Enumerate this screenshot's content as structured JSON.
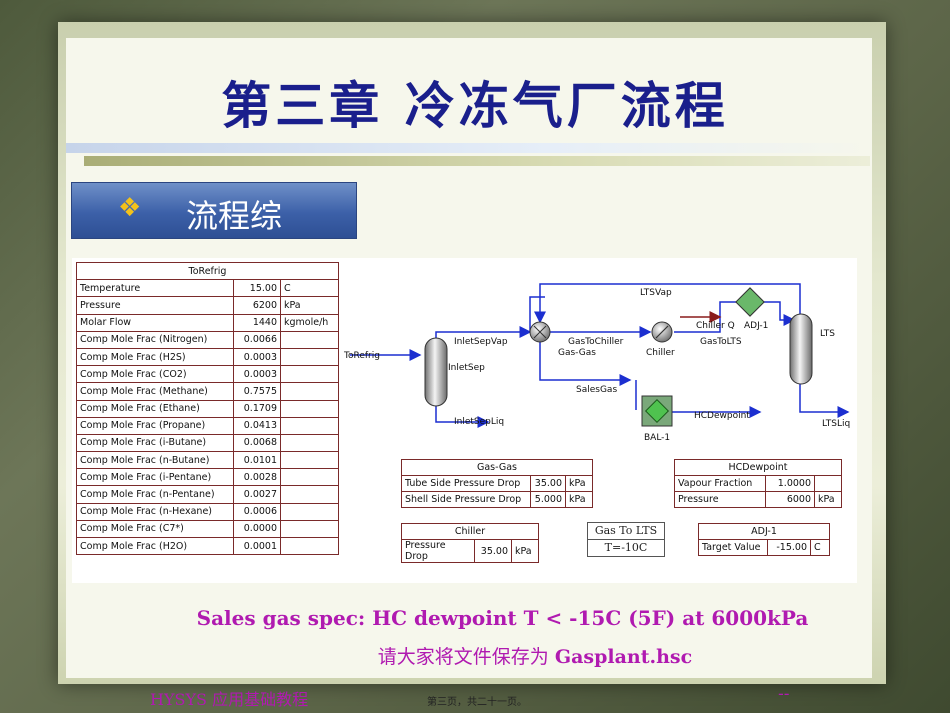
{
  "title": "第三章  冷冻气厂流程",
  "section": {
    "bullet": "❖",
    "label": "流程综"
  },
  "torefrig": {
    "header": "ToRefrig",
    "rows": [
      {
        "name": "Temperature",
        "value": "15.00",
        "unit": "C"
      },
      {
        "name": "Pressure",
        "value": "6200",
        "unit": "kPa"
      },
      {
        "name": "Molar Flow",
        "value": "1440",
        "unit": "kgmole/h"
      },
      {
        "name": "Comp Mole Frac (Nitrogen)",
        "value": "0.0066",
        "unit": ""
      },
      {
        "name": "Comp Mole Frac (H2S)",
        "value": "0.0003",
        "unit": ""
      },
      {
        "name": "Comp Mole Frac (CO2)",
        "value": "0.0003",
        "unit": ""
      },
      {
        "name": "Comp Mole Frac (Methane)",
        "value": "0.7575",
        "unit": ""
      },
      {
        "name": "Comp Mole Frac (Ethane)",
        "value": "0.1709",
        "unit": ""
      },
      {
        "name": "Comp Mole Frac (Propane)",
        "value": "0.0413",
        "unit": ""
      },
      {
        "name": "Comp Mole Frac (i-Butane)",
        "value": "0.0068",
        "unit": ""
      },
      {
        "name": "Comp Mole Frac (n-Butane)",
        "value": "0.0101",
        "unit": ""
      },
      {
        "name": "Comp Mole Frac (i-Pentane)",
        "value": "0.0028",
        "unit": ""
      },
      {
        "name": "Comp Mole Frac (n-Pentane)",
        "value": "0.0027",
        "unit": ""
      },
      {
        "name": "Comp Mole Frac (n-Hexane)",
        "value": "0.0006",
        "unit": ""
      },
      {
        "name": "Comp Mole Frac (C7*)",
        "value": "0.0000",
        "unit": ""
      },
      {
        "name": "Comp Mole Frac (H2O)",
        "value": "0.0001",
        "unit": ""
      }
    ]
  },
  "streams": {
    "torefrig": "ToRefrig",
    "inletsepvap": "InletSepVap",
    "inletsep": "InletSep",
    "inletsepliq": "InletSepLiq",
    "gastochiller": "GasToChiller",
    "gasgas": "Gas-Gas",
    "chiller": "Chiller",
    "chillerq": "Chiller Q",
    "adj1": "ADJ-1",
    "gastolts": "GasToLTS",
    "ltsvap": "LTSVap",
    "lts": "LTS",
    "ltsliq": "LTSLiq",
    "salesgas": "SalesGas",
    "hcdewpoint": "HCDewpoint",
    "bal1": "BAL-1"
  },
  "gasgas_table": {
    "header": "Gas-Gas",
    "rows": [
      {
        "name": "Tube Side Pressure Drop",
        "value": "35.00",
        "unit": "kPa"
      },
      {
        "name": "Shell Side Pressure Drop",
        "value": "5.000",
        "unit": "kPa"
      }
    ]
  },
  "hcdew_table": {
    "header": "HCDewpoint",
    "rows": [
      {
        "name": "Vapour Fraction",
        "value": "1.0000",
        "unit": ""
      },
      {
        "name": "Pressure",
        "value": "6000",
        "unit": "kPa"
      }
    ]
  },
  "chiller_table": {
    "header": "Chiller",
    "rows": [
      {
        "name": "Pressure Drop",
        "value": "35.00",
        "unit": "kPa"
      }
    ]
  },
  "adj_table": {
    "header": "ADJ-1",
    "rows": [
      {
        "name": "Target Value",
        "value": "-15.00",
        "unit": "C"
      }
    ]
  },
  "note": {
    "line1": "Gas To LTS",
    "line2": "T=-10C"
  },
  "spec": "Sales gas spec: HC dewpoint T < -15C (5F) at 6000kPa",
  "save_prefix": "请大家将文件保存为 ",
  "save_file": "Gasplant.hsc",
  "footer": {
    "left": "HYSYS 应用基础教程",
    "mid": "第三页，共二十一页。",
    "right": "--"
  },
  "colors": {
    "title": "#1a1f8c",
    "accent": "#b01ab0",
    "stream": "#1c2fd0",
    "section": "#3c60a8"
  }
}
